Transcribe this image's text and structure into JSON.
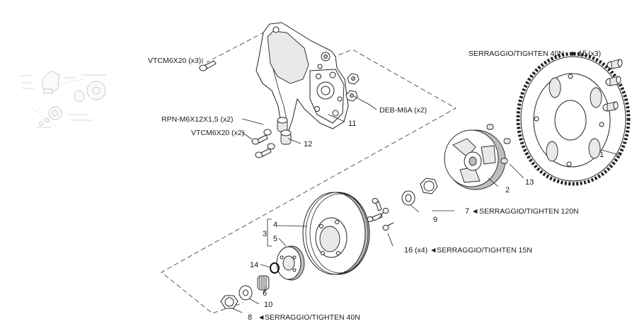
{
  "labels": {
    "screw_top": "VTCM6X20 (x3)",
    "spacer": "RPN-M6X12X1,5 (x2)",
    "screw_mid": "VTCM6X20 (x2)",
    "nut_deb": "DEB-M6A (x2)",
    "torque_15": "SERRAGGIO/TIGHTEN 40N",
    "torque_7": "SERRAGGIO/TIGHTEN 120N",
    "torque_16": "SERRAGGIO/TIGHTEN 15N",
    "torque_8": "SERRAGGIO/TIGHTEN 40N"
  },
  "callouts": {
    "n1": "1",
    "n2": "2",
    "n3": "3",
    "n4": "4",
    "n5": "5",
    "n6": "6",
    "n7": "7",
    "n8": "8",
    "n9": "9",
    "n10": "10",
    "n11": "11",
    "n12": "12",
    "n13": "13",
    "n14": "14",
    "n15": "15",
    "q15": "(x3)",
    "n16": "16",
    "q16": "(x4)"
  },
  "arrows": {
    "right": "►",
    "left": "◄"
  }
}
